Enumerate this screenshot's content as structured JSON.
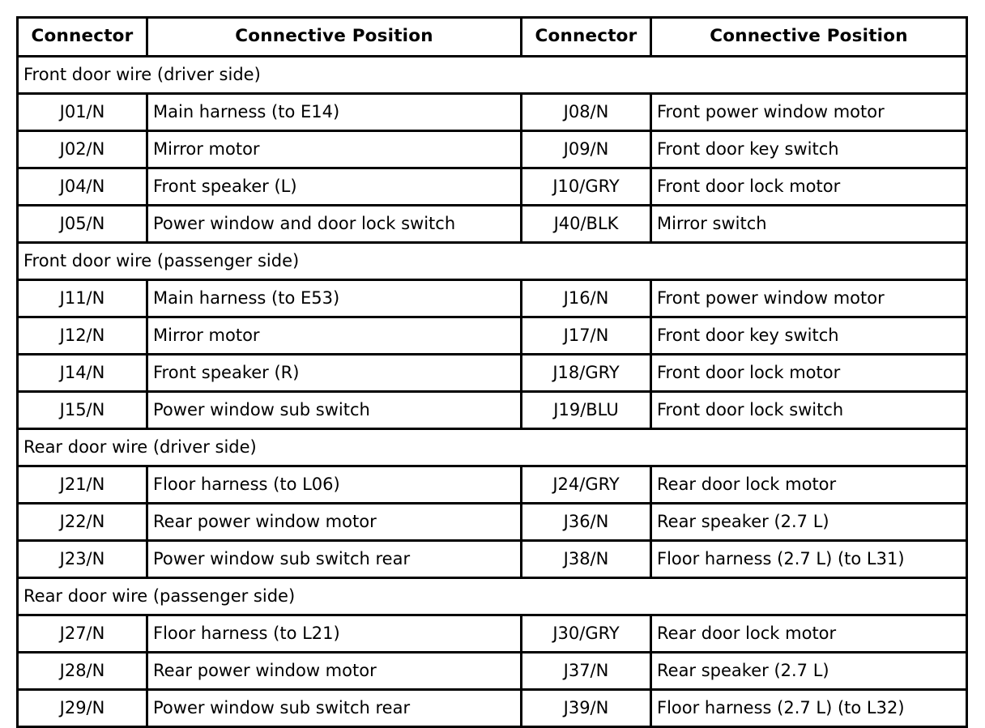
{
  "table": {
    "headers": [
      {
        "label": "Connector"
      },
      {
        "label": "Connective Position"
      },
      {
        "label": "Connector"
      },
      {
        "label": "Connective Position"
      }
    ],
    "sections": [
      {
        "title": "Front door wire (driver side)",
        "rows": [
          {
            "conn_l": "J01/N",
            "pos_l": "Main harness (to E14)",
            "conn_r": "J08/N",
            "pos_r": "Front power window motor"
          },
          {
            "conn_l": "J02/N",
            "pos_l": "Mirror motor",
            "conn_r": "J09/N",
            "pos_r": "Front door key switch"
          },
          {
            "conn_l": "J04/N",
            "pos_l": "Front speaker (L)",
            "conn_r": "J10/GRY",
            "pos_r": "Front door lock motor"
          },
          {
            "conn_l": "J05/N",
            "pos_l": "Power window and door lock switch",
            "conn_r": "J40/BLK",
            "pos_r": "Mirror switch"
          }
        ]
      },
      {
        "title": "Front door wire (passenger side)",
        "rows": [
          {
            "conn_l": "J11/N",
            "pos_l": "Main harness (to E53)",
            "conn_r": "J16/N",
            "pos_r": "Front power window motor"
          },
          {
            "conn_l": "J12/N",
            "pos_l": "Mirror motor",
            "conn_r": "J17/N",
            "pos_r": "Front door key switch"
          },
          {
            "conn_l": "J14/N",
            "pos_l": "Front speaker (R)",
            "conn_r": "J18/GRY",
            "pos_r": "Front door lock motor"
          },
          {
            "conn_l": "J15/N",
            "pos_l": "Power window sub switch",
            "conn_r": "J19/BLU",
            "pos_r": "Front door lock switch"
          }
        ]
      },
      {
        "title": "Rear door wire (driver side)",
        "rows": [
          {
            "conn_l": "J21/N",
            "pos_l": "Floor harness (to L06)",
            "conn_r": "J24/GRY",
            "pos_r": "Rear door lock motor"
          },
          {
            "conn_l": "J22/N",
            "pos_l": "Rear power window motor",
            "conn_r": "J36/N",
            "pos_r": "Rear speaker (2.7 L)"
          },
          {
            "conn_l": "J23/N",
            "pos_l": "Power window sub switch rear",
            "conn_r": "J38/N",
            "pos_r": "Floor harness (2.7 L) (to L31)"
          }
        ]
      },
      {
        "title": "Rear door wire (passenger side)",
        "rows": [
          {
            "conn_l": "J27/N",
            "pos_l": "Floor harness (to L21)",
            "conn_r": "J30/GRY",
            "pos_r": "Rear door lock motor"
          },
          {
            "conn_l": "J28/N",
            "pos_l": "Rear power window motor",
            "conn_r": "J37/N",
            "pos_r": "Rear speaker (2.7 L)"
          },
          {
            "conn_l": "J29/N",
            "pos_l": "Power window sub switch rear",
            "conn_r": "J39/N",
            "pos_r": "Floor harness (2.7 L) (to L32)"
          }
        ]
      }
    ]
  },
  "colors": {
    "border": "#000000",
    "background": "#ffffff",
    "text": "#000000"
  }
}
